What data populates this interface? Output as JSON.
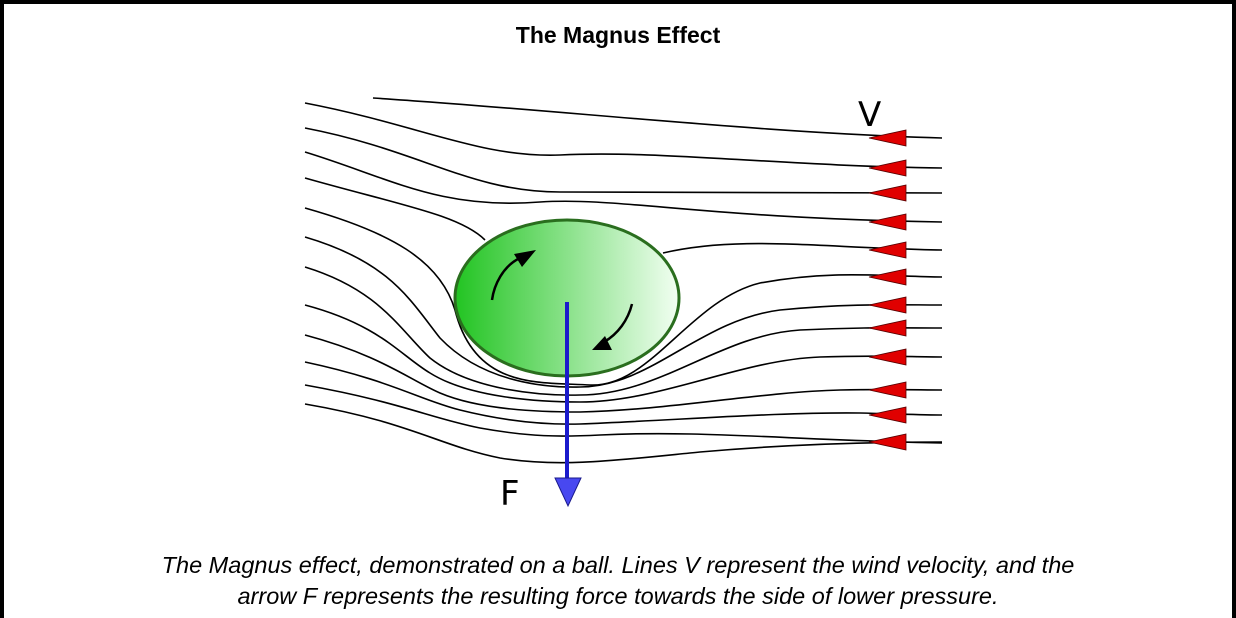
{
  "title": "The Magnus Effect",
  "labels": {
    "velocity": "V",
    "force": "F"
  },
  "caption": {
    "line1": "The Magnus effect, demonstrated on a ball. Lines V represent the wind velocity, and the",
    "line2": "arrow F represents the resulting force towards the side of lower pressure."
  },
  "colors": {
    "frame": "#000000",
    "streamline": "#000000",
    "velocity_arrow": "#e00000",
    "ball_fill_left": "#22c422",
    "ball_fill_right": "#f2fff2",
    "ball_outline": "#2a6e1e",
    "force_arrow": "#1a1acc",
    "spin_arrow": "#000000"
  },
  "icons": {
    "spin": "curved-rotation-arrow",
    "velocity": "red-triangle-arrowhead",
    "force": "blue-arrow-down"
  }
}
